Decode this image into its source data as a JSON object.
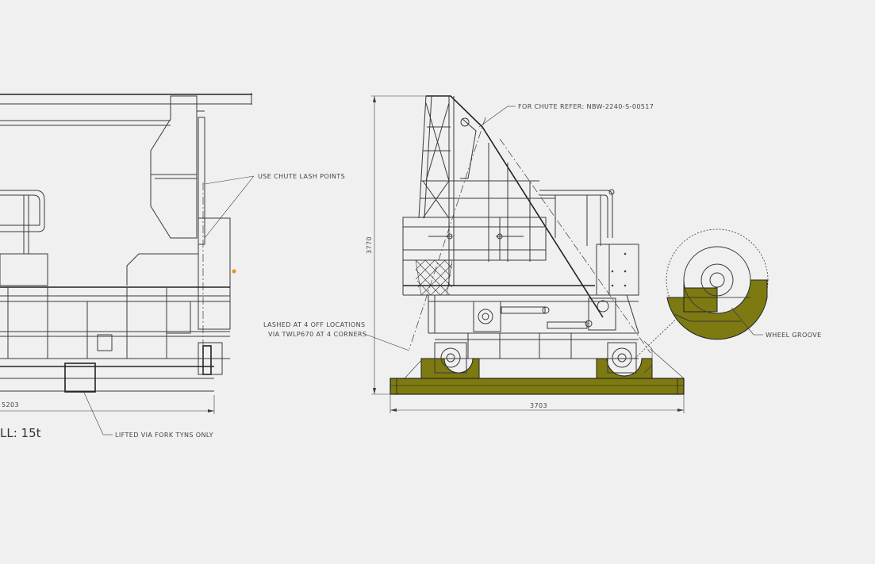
{
  "colors": {
    "background": "#f0f0f0",
    "line": "#3a3a3a",
    "olive": "#7d7a12",
    "orange": "#e8901e"
  },
  "annotations": {
    "chute_lash": "USE CHUTE LASH POINTS",
    "chute_refer": "FOR CHUTE REFER: NBW-2240-S-00517",
    "lashed_line1": "LASHED AT 4 OFF LOCATIONS",
    "lashed_line2": "VIA TWLP670 AT 4 CORNERS",
    "wheel_groove": "WHEEL GROOVE",
    "lifted": "LIFTED VIA FORK TYNS ONLY"
  },
  "dimensions": {
    "left_width": "5203",
    "right_width": "3703",
    "right_height": "3770"
  },
  "weight_label": "LL: 15t"
}
